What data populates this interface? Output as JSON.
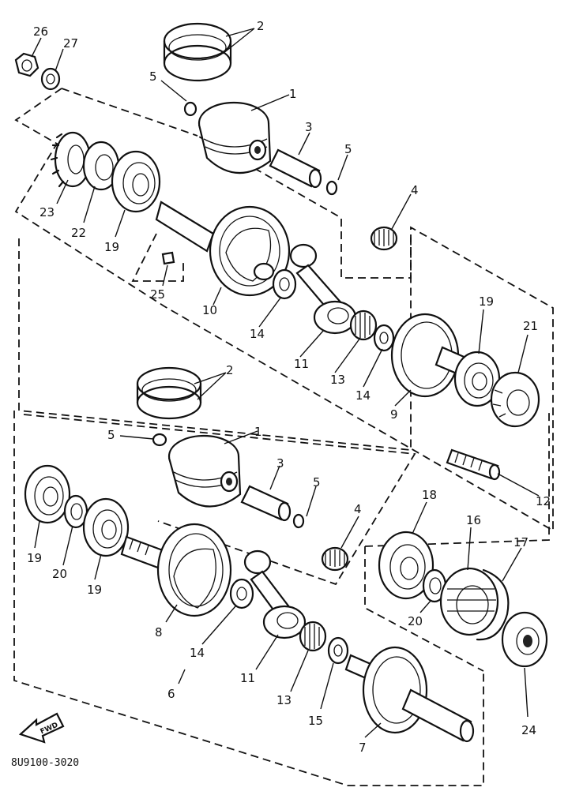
{
  "diagram_code": "8U9100-3020",
  "fwd_label": "FWD",
  "callouts": [
    {
      "id": "c-26",
      "text": "26"
    },
    {
      "id": "c-27",
      "text": "27"
    },
    {
      "id": "c-2a",
      "text": "2"
    },
    {
      "id": "c-5a",
      "text": "5"
    },
    {
      "id": "c-1a",
      "text": "1"
    },
    {
      "id": "c-3a",
      "text": "3"
    },
    {
      "id": "c-5b",
      "text": "5"
    },
    {
      "id": "c-23",
      "text": "23"
    },
    {
      "id": "c-22",
      "text": "22"
    },
    {
      "id": "c-19a",
      "text": "19"
    },
    {
      "id": "c-4a",
      "text": "4"
    },
    {
      "id": "c-25",
      "text": "25"
    },
    {
      "id": "c-10",
      "text": "10"
    },
    {
      "id": "c-14a",
      "text": "14"
    },
    {
      "id": "c-19b",
      "text": "19"
    },
    {
      "id": "c-21",
      "text": "21"
    },
    {
      "id": "c-11a",
      "text": "11"
    },
    {
      "id": "c-13a",
      "text": "13"
    },
    {
      "id": "c-14b",
      "text": "14"
    },
    {
      "id": "c-9",
      "text": "9"
    },
    {
      "id": "c-2b",
      "text": "2"
    },
    {
      "id": "c-12",
      "text": "12"
    },
    {
      "id": "c-5c",
      "text": "5"
    },
    {
      "id": "c-1b",
      "text": "1"
    },
    {
      "id": "c-3b",
      "text": "3"
    },
    {
      "id": "c-5d",
      "text": "5"
    },
    {
      "id": "c-4b",
      "text": "4"
    },
    {
      "id": "c-18",
      "text": "18"
    },
    {
      "id": "c-16",
      "text": "16"
    },
    {
      "id": "c-17",
      "text": "17"
    },
    {
      "id": "c-19c",
      "text": "19"
    },
    {
      "id": "c-20a",
      "text": "20"
    },
    {
      "id": "c-19d",
      "text": "19"
    },
    {
      "id": "c-20b",
      "text": "20"
    },
    {
      "id": "c-8",
      "text": "8"
    },
    {
      "id": "c-14c",
      "text": "14"
    },
    {
      "id": "c-11b",
      "text": "11"
    },
    {
      "id": "c-6",
      "text": "6"
    },
    {
      "id": "c-13b",
      "text": "13"
    },
    {
      "id": "c-15",
      "text": "15"
    },
    {
      "id": "c-24",
      "text": "24"
    },
    {
      "id": "c-7",
      "text": "7"
    }
  ]
}
